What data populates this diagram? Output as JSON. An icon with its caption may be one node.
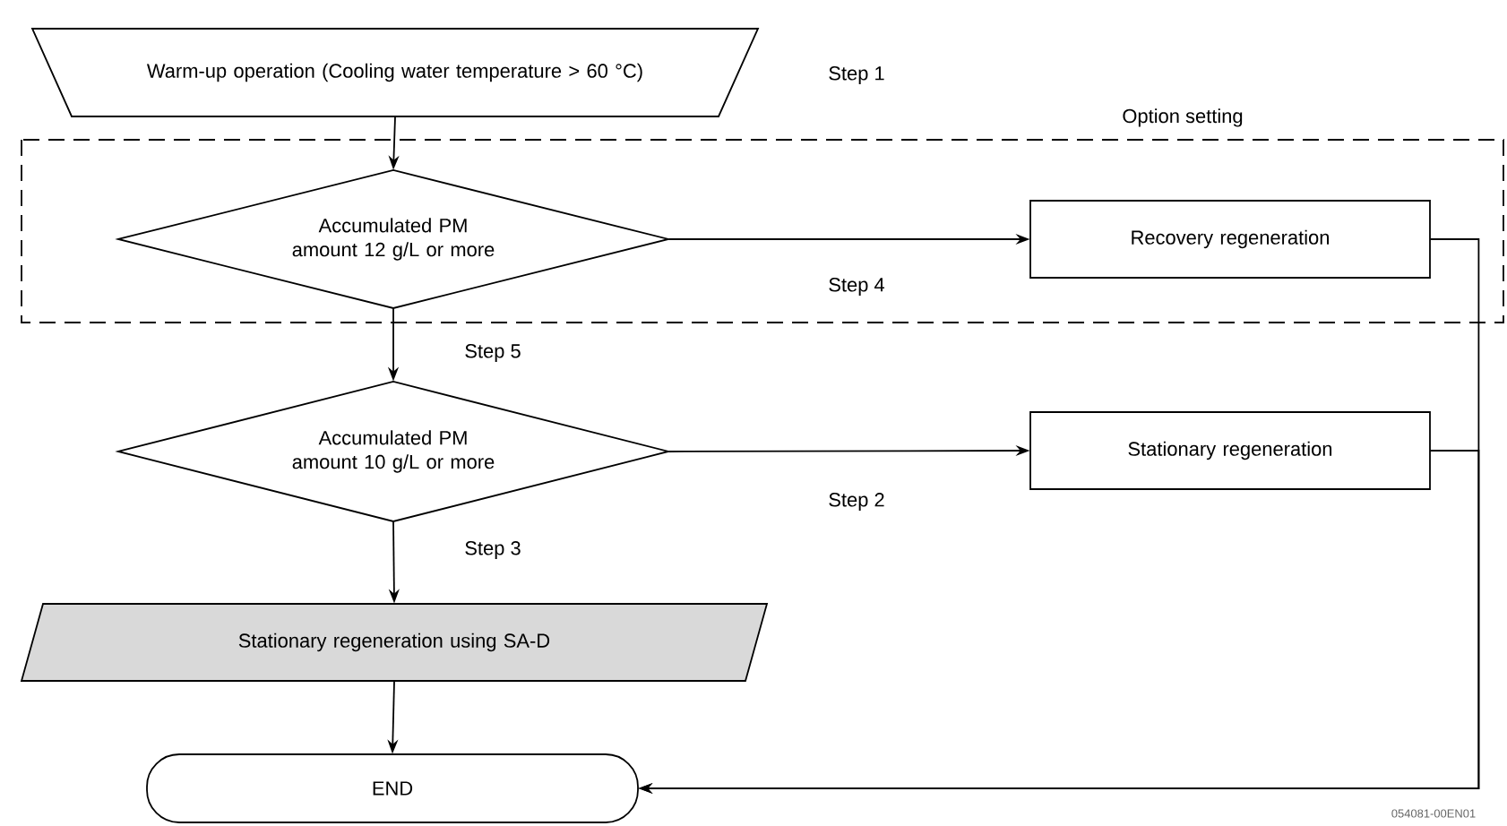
{
  "diagram": {
    "nodes": [
      {
        "text": [
          "Warm-up operation (Cooling water temperature > 60 °C)"
        ]
      },
      {
        "text": [
          "Option setting"
        ]
      },
      {
        "text": [
          "Accumulated PM amount 12 g/L or more"
        ],
        "in": 1
      },
      {
        "text": [
          "Recovery regeneration"
        ],
        "in": 1
      },
      {
        "text": [
          "Accumulated PM amount 10 g/L or more"
        ]
      },
      {
        "text": [
          "Stationary regeneration"
        ]
      },
      {
        "text": [
          "Stationary regeneration using SA-D"
        ]
      },
      {
        "text": [
          "END"
        ]
      }
    ],
    "edges": [
      {
        "from": 0,
        "to": 2,
        "arrow": "to"
      },
      {
        "from": 2,
        "to": 3,
        "arrow": "to"
      },
      {
        "from": 2,
        "to": 4,
        "arrow": "to"
      },
      {
        "from": 4,
        "to": 5,
        "arrow": "to"
      },
      {
        "from": 4,
        "to": 6,
        "arrow": "to"
      },
      {
        "from": 6,
        "to": 7,
        "arrow": "to"
      },
      {
        "from": 3,
        "to": 7,
        "arrow": "to"
      },
      {
        "from": 5,
        "to": 7,
        "arrow": "to"
      }
    ],
    "labels": [
      "Step 1",
      "Step 4",
      "Step 5",
      "Step 2",
      "Step 3",
      "054081-00EN01"
    ]
  }
}
